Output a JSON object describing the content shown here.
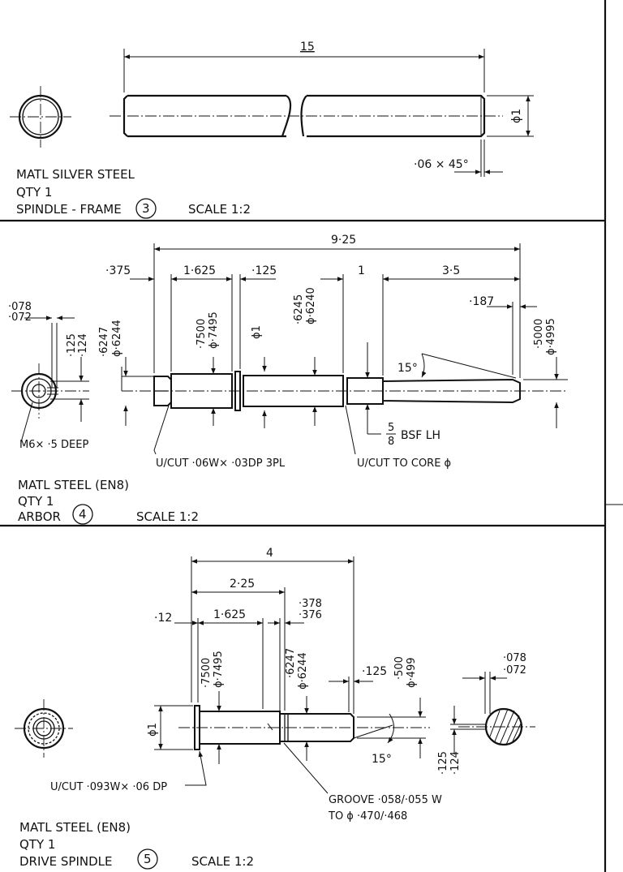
{
  "sheet": {
    "part3": {
      "dim_length": "15",
      "dim_dia": "ϕ1",
      "chamfer": "·06 × 45°",
      "material": "MATL SILVER STEEL",
      "qty": "QTY 1",
      "name": "SPINDLE - FRAME",
      "number": "3",
      "scale": "SCALE 1:2"
    },
    "part4": {
      "dim_total": "9·25",
      "dim_375": "·375",
      "dim_1625": "1·625",
      "dim_125": "·125",
      "dim_1": "1",
      "dim_35": "3·5",
      "dim_187": "·187",
      "dim_6247": "·6247",
      "dim_6244": "ϕ·6244",
      "dim_7500": "·7500",
      "dim_7495": "ϕ·7495",
      "dim_phi1": "ϕ1",
      "dim_6245": "·6245",
      "dim_6240": "ϕ·6240",
      "dim_5000": "·5000",
      "dim_4995": "ϕ·4995",
      "dim_078": "·078",
      "dim_072": "·072",
      "dim_125b": "·125",
      "dim_124": "·124",
      "angle": "15°",
      "thread_num": "5",
      "thread_den": "8",
      "thread_spec": "BSF LH",
      "tapped_hole": "M6× ·5 DEEP",
      "undercut": "U/CUT ·06W× ·03DP 3PL",
      "undercut_core": "U/CUT TO CORE ϕ",
      "material": "MATL STEEL (EN8)",
      "qty": "QTY 1",
      "name": "ARBOR",
      "number": "4",
      "scale": "SCALE 1:2"
    },
    "part5": {
      "dim_4": "4",
      "dim_225": "2·25",
      "dim_12": "·12",
      "dim_1625": "1·625",
      "dim_378": "·378",
      "dim_376": "·376",
      "dim_7500": "·7500",
      "dim_7495": "ϕ·7495",
      "dim_6247": "·6247",
      "dim_6244": "ϕ·6244",
      "dim_125": "·125",
      "dim_500": "·500",
      "dim_499": "ϕ·499",
      "dim_078": "·078",
      "dim_072": "·072",
      "dim_phi1": "ϕ1",
      "angle": "15°",
      "dim_125b": "·125",
      "dim_124": "·124",
      "undercut": "U/CUT ·093W× ·06 DP",
      "groove_1": "GROOVE ·058/·055 W",
      "groove_2": "TO ϕ ·470/·468",
      "material": "MATL STEEL (EN8)",
      "qty": "QTY 1",
      "name": "DRIVE SPINDLE",
      "number": "5",
      "scale": "SCALE 1:2"
    }
  }
}
